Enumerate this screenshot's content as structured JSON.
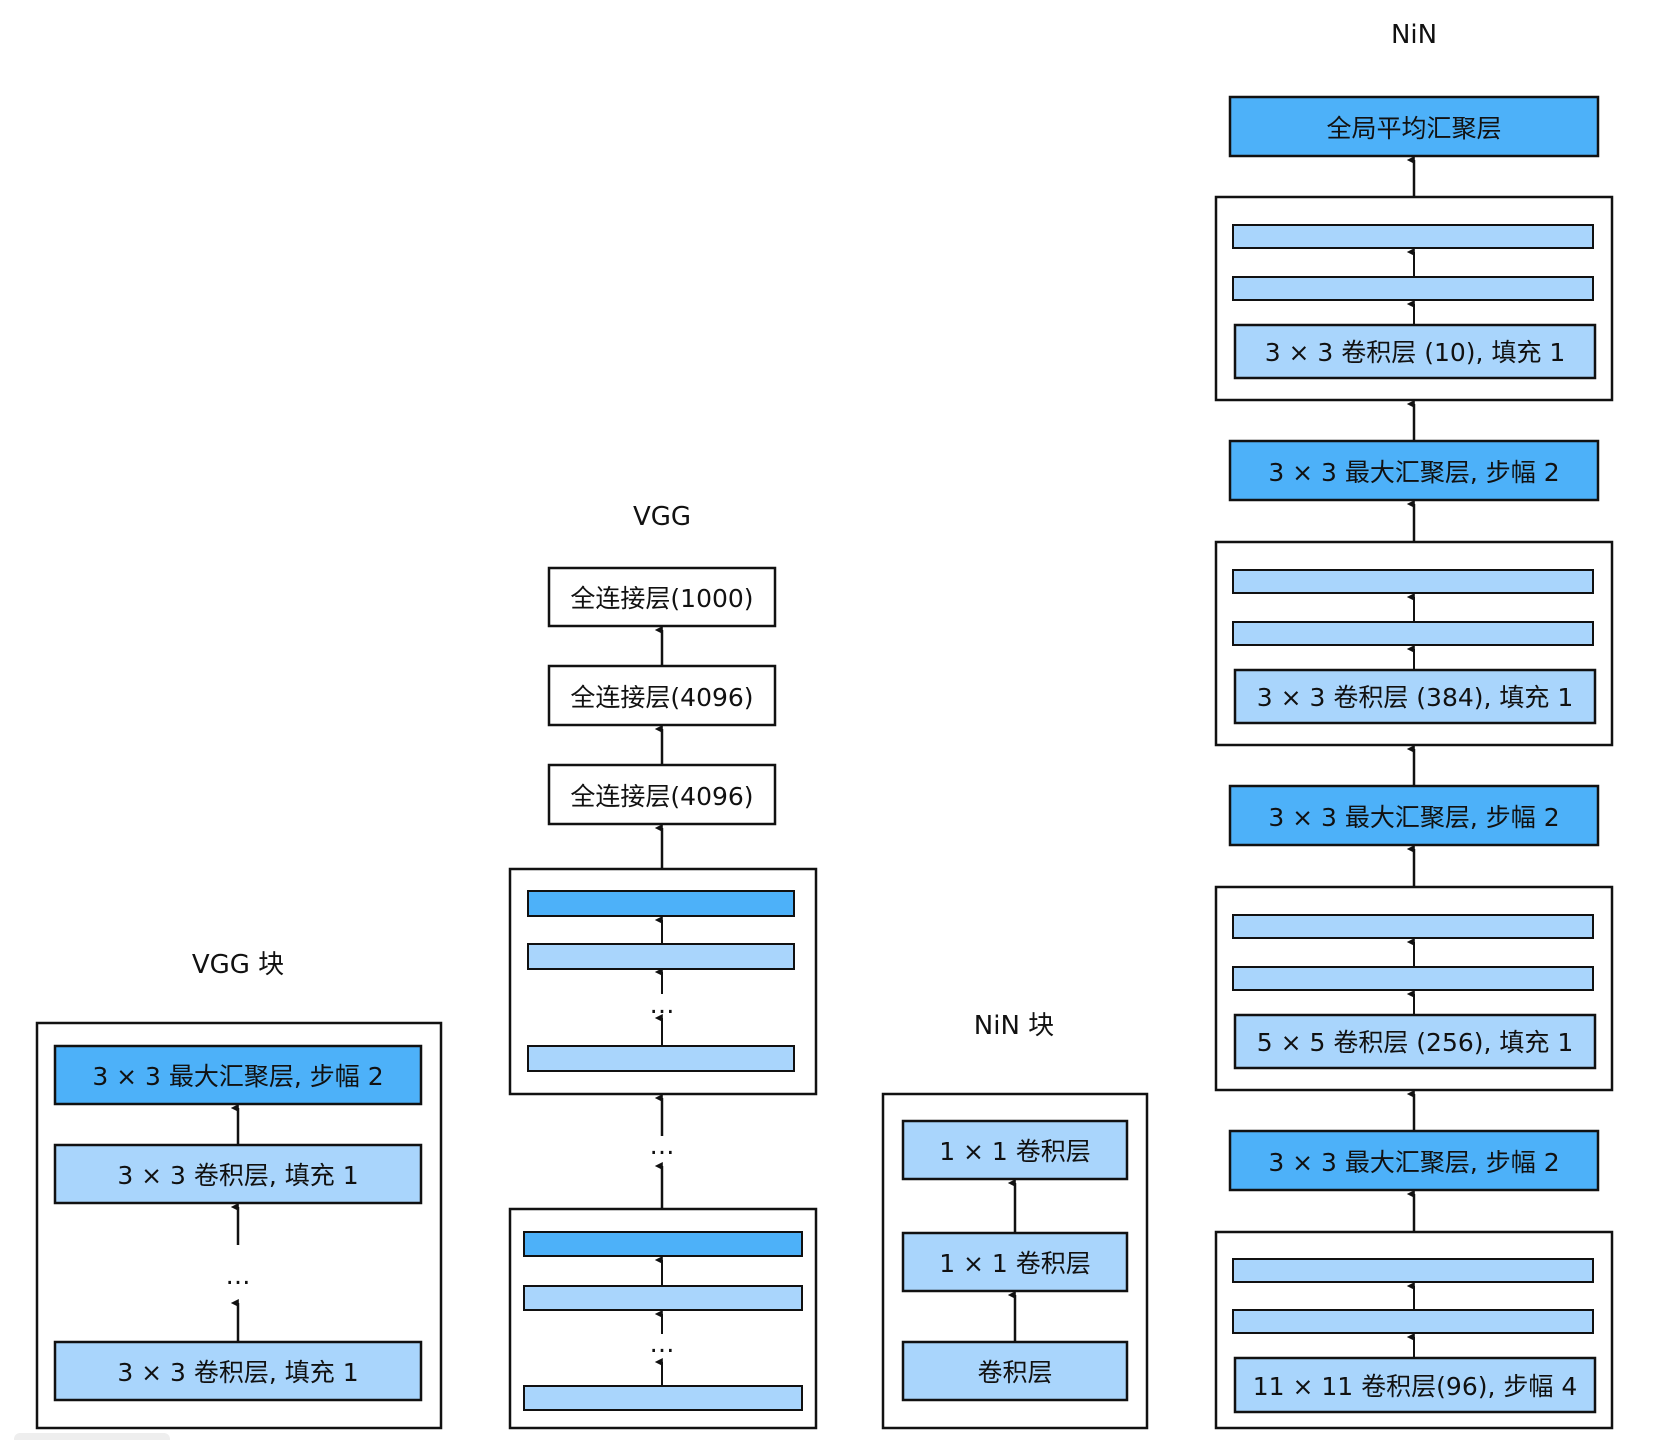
{
  "colors": {
    "dark_blue": "#4db1f9",
    "light_blue": "#a9d5fc",
    "white": "#ffffff",
    "stroke": "#111111"
  },
  "titles": {
    "vgg_block": "VGG 块",
    "vgg": "VGG",
    "nin_block": "NiN 块",
    "nin": "NiN"
  },
  "vgg_block": {
    "maxpool": "3 × 3 最大汇聚层, 步幅 2",
    "conv_top": "3 × 3 卷积层, 填充 1",
    "ellipsis": "…",
    "conv_bottom": "3 × 3 卷积层, 填充 1"
  },
  "vgg": {
    "fc_1000": "全连接层(1000)",
    "fc_4096_a": "全连接层(4096)",
    "fc_4096_b": "全连接层(4096)",
    "ellipsis": "…"
  },
  "nin_block": {
    "conv1x1_top": "1 × 1 卷积层",
    "conv1x1_mid": "1 × 1 卷积层",
    "conv": "卷积层"
  },
  "nin": {
    "gap": "全局平均汇聚层",
    "conv_10": "3 × 3 卷积层 (10), 填充 1",
    "maxpool_a": "3 × 3 最大汇聚层, 步幅 2",
    "conv_384": "3 × 3 卷积层 (384), 填充 1",
    "maxpool_b": "3 × 3 最大汇聚层, 步幅 2",
    "conv_256": "5 × 5 卷积层 (256), 填充 1",
    "maxpool_c": "3 × 3 最大汇聚层, 步幅 2",
    "conv_96": "11 × 11 卷积层(96), 步幅 4"
  }
}
